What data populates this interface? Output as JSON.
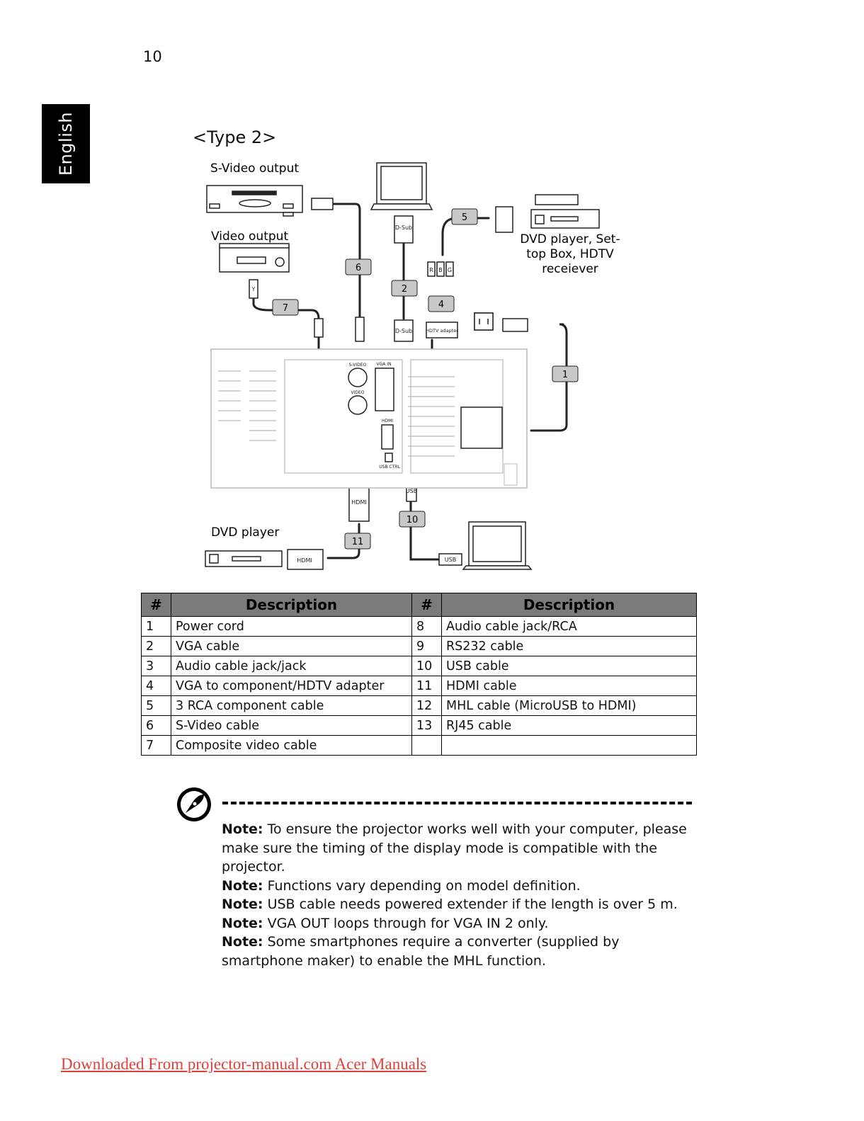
{
  "page": {
    "number": "10",
    "language_tab": "English"
  },
  "diagram": {
    "heading": "<Type 2>",
    "labels": {
      "svideo_output": "S-Video output",
      "video_output": "Video output",
      "dvd_top_line1": "DVD player, Set-",
      "dvd_top_line2": "top Box, HDTV",
      "dvd_top_line3": "receiever",
      "dvd_bottom": "DVD player",
      "dsub_top": "D-Sub",
      "dsub_bottom": "D-Sub",
      "hdtv_adapter": "HDTV adapter",
      "svideo_port": "S-VIDEO",
      "video_port": "VIDEO",
      "vga_in_port": "VGA IN",
      "hdmi_port": "HDMI",
      "usb_ctrl_port": "USB CTRL",
      "hdmi_plug": "HDMI",
      "hdmi_plug2": "HDMI",
      "usb_plug": "USB",
      "usb_plug2": "USB",
      "rca_r": "R",
      "rca_b": "B",
      "rca_g": "G",
      "y_plug": "Y"
    },
    "callouts": [
      "1",
      "2",
      "4",
      "5",
      "6",
      "7",
      "10",
      "11"
    ]
  },
  "table": {
    "headers": [
      "#",
      "Description",
      "#",
      "Description"
    ],
    "rows": [
      [
        "1",
        "Power cord",
        "8",
        "Audio cable jack/RCA"
      ],
      [
        "2",
        "VGA cable",
        "9",
        "RS232 cable"
      ],
      [
        "3",
        "Audio cable jack/jack",
        "10",
        "USB cable"
      ],
      [
        "4",
        "VGA to component/HDTV adapter",
        "11",
        "HDMI cable"
      ],
      [
        "5",
        "3 RCA component cable",
        "12",
        "MHL cable (MicroUSB to HDMI)"
      ],
      [
        "6",
        "S-Video cable",
        "13",
        "RJ45 cable"
      ],
      [
        "7",
        "Composite video cable",
        "",
        ""
      ]
    ]
  },
  "notes": [
    {
      "label": "Note:",
      "text": " To ensure the projector works well with your computer, please make sure the timing of the display mode is compatible with the projector."
    },
    {
      "label": "Note:",
      "text": " Functions vary depending on model definition."
    },
    {
      "label": "Note:",
      "text": " USB cable needs powered extender if the length is over 5 m."
    },
    {
      "label": "Note:",
      "text": " VGA OUT loops through for VGA IN 2 only."
    },
    {
      "label": "Note:",
      "text": " Some smartphones require a converter (supplied by smartphone maker) to enable the MHL function."
    }
  ],
  "footer": {
    "link_text": "Downloaded From projector-manual.com Acer Manuals"
  }
}
